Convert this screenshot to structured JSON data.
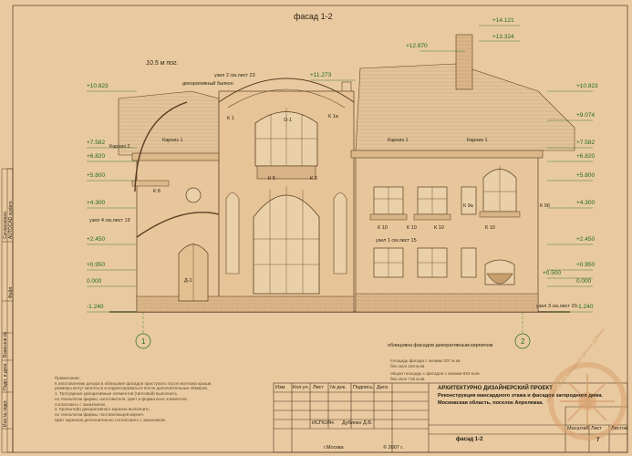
{
  "sheet": {
    "title": "фасад 1-2",
    "scale_note": "10.5 м пог."
  },
  "levels_left": [
    "+10.823",
    "+7.582",
    "+6.820",
    "+5.800",
    "+4.300",
    "+2.450",
    "+0.950",
    "0.000",
    "-1.240"
  ],
  "levels_right": [
    "+10.823",
    "+9.074",
    "+7.582",
    "+6.820",
    "+5.800",
    "+4.300",
    "+2.450",
    "+0.950",
    "+0.500",
    "0.000",
    "-1.240"
  ],
  "levels_top": [
    "+12.870",
    "+11.273",
    "+14.121",
    "+13.324"
  ],
  "labels": {
    "uzel2": "узел 2 см.лист 23",
    "balcony": "декоративный балкон",
    "k1": "К 1",
    "k1a": "К 1а",
    "o1": "О-1",
    "k5": "К 5",
    "k3": "К 3",
    "karniz2": "Карниз 2",
    "karniz1_left": "Карниз 1",
    "karniz1_mid": "Карниз 1",
    "karniz1_right": "Карниз 1",
    "k8": "К 8",
    "uzel4": "узел 4 см.лист 19",
    "k10_1": "К 10",
    "k10_2": "К 10",
    "k10_3": "К 10",
    "k10_4": "К 10",
    "k9a": "К 9а",
    "k9b": "К 9б",
    "uzel1": "узел 1 см.лист 15",
    "door": "Д-1",
    "uzel3": "узел 3 см.лист 20",
    "cladding": "облицовка фасадов декоративным кирпичом",
    "axis1": "1",
    "axis2": "2"
  },
  "area_notes": [
    "площадь фасада с окнами 207 м.кв.",
    "без окон 164 м.кв.",
    "общая площадь с фасадов с окнами 844 м.кв.",
    "без окон 716 м.кв."
  ],
  "notes": {
    "heading": "Примечание:",
    "lines": [
      "К изготовлению декора в облицовке фасадов приступать после монтажа крыши,",
      "размеры могут меняться и корректироваться после дополнительных обмеров.",
      "1. Тротуарные декоративные элементов (гипсовой) выполнить",
      "по технологии фирмы, изготовителя. Цвет и форма всех элементов",
      "согласовать с заказчиком.",
      "2. Кронштейн декоративного карниза выполнить",
      "по технологии фирмы, поставляющей кирпич.",
      "Цвет карнизов дополнительно согласовать с заказчиком"
    ]
  },
  "side_stamp": {
    "cells": [
      "Согласовано",
      "AUTOCAD system",
      "Файл:",
      "Инв.№ подл.",
      "Подп. и дата",
      "Взам.инв.№"
    ]
  },
  "title_block": {
    "org": "АРХИТЕКТУРНО ДИЗАЙНЕРСКИЙ ПРОЕКТ",
    "project_line1": "Реконструкция мансардного этажа и фасадов загородного дома.",
    "project_line2": "Московская область, поселок Апрелевка.",
    "sheet_name": "фасад 1-2",
    "headers": [
      "Изм.",
      "Кол.уч.",
      "Лист",
      "№ док.",
      "Подпись",
      "Дата"
    ],
    "role": "ИСПОЛН.",
    "author": "Дубинко Д.В.",
    "col_scale": "Масштаб",
    "col_sheet": "Лист",
    "col_sheets": "Листов",
    "sheet_no": "7",
    "city": "г.Москва",
    "year": "©   2007 г."
  },
  "watermark": "Архитектурная мастерская Дениса Дубинко",
  "colors": {
    "paper": "#e9caa0",
    "line": "#5a3e22",
    "brick": "#d9b385",
    "level_green": "#1f6a1f",
    "watermark": "#d8a070"
  }
}
